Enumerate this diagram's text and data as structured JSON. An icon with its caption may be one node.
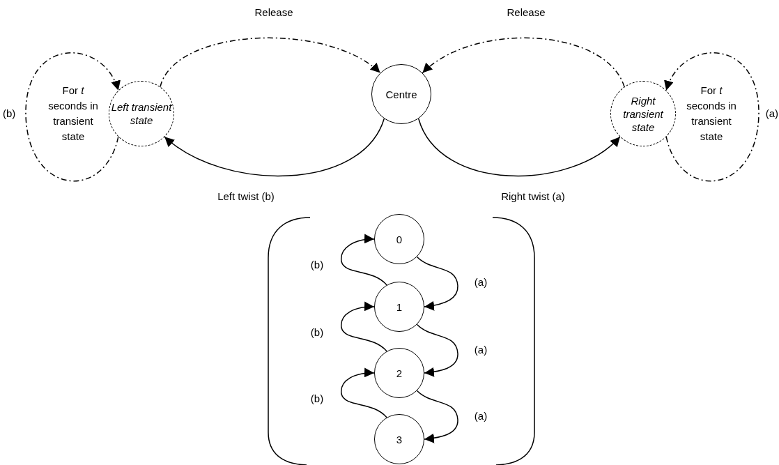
{
  "diagram": {
    "nodes": [
      {
        "text": [
          "Centre"
        ]
      },
      {
        "text": [
          "Left transient state"
        ]
      },
      {
        "text": [
          "Right transient state"
        ]
      },
      {
        "text": [
          "0"
        ]
      },
      {
        "text": [
          "1"
        ]
      },
      {
        "text": [
          "2"
        ]
      },
      {
        "text": [
          "3"
        ]
      }
    ],
    "edges": [
      {
        "from": 1,
        "to": 0,
        "arrow": "to",
        "label": "Release",
        "style": "dashed"
      },
      {
        "from": 2,
        "to": 0,
        "arrow": "to",
        "label": "Release",
        "style": "dashed"
      },
      {
        "from": 0,
        "to": 1,
        "arrow": "to",
        "label": "Left twist (b)"
      },
      {
        "from": 0,
        "to": 2,
        "arrow": "to",
        "label": "Right twist (a)"
      },
      {
        "from": 1,
        "to": 1,
        "arrow": "to",
        "label": "For *t* seconds in transient state",
        "style": "dashed"
      },
      {
        "from": 2,
        "to": 2,
        "arrow": "to",
        "label": "For *t* seconds in transient state",
        "style": "dashed"
      },
      {
        "from": 3,
        "to": 4,
        "arrow": "to",
        "label": "(a)"
      },
      {
        "from": 4,
        "to": 5,
        "arrow": "to",
        "label": "(a)"
      },
      {
        "from": 5,
        "to": 6,
        "arrow": "to",
        "label": "(a)"
      },
      {
        "from": 4,
        "to": 3,
        "arrow": "to",
        "label": "(b)"
      },
      {
        "from": 5,
        "to": 4,
        "arrow": "to",
        "label": "(b)"
      },
      {
        "from": 6,
        "to": 5,
        "arrow": "to",
        "label": "(b)"
      }
    ],
    "labels": [
      "(b)",
      "(a)"
    ]
  }
}
